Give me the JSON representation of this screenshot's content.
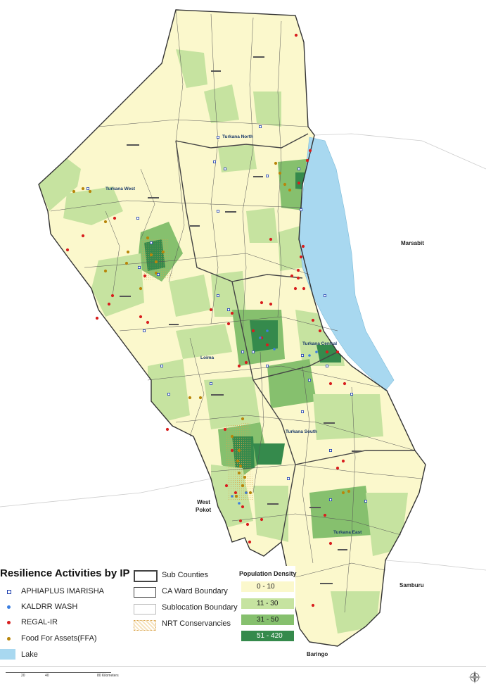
{
  "map": {
    "regions": {
      "marsabit": "Marsabit",
      "samburu": "Samburu",
      "baringo": "Baringo",
      "west_pokot_1": "West",
      "west_pokot_2": "Pokot"
    },
    "sub_counties": [
      "Turkana North",
      "Turkana West",
      "Loima",
      "Turkana Central",
      "Turkana South",
      "Turkana East"
    ],
    "lake_color": "#a8d8f0",
    "density_colors": [
      "#fbf8cc",
      "#c6e3a0",
      "#86c06e",
      "#358a4c"
    ],
    "marker_colors": {
      "aphiaplus": "#1e3fae",
      "kaldrr": "#3b7ee0",
      "regal": "#d81e1e",
      "ffa": "#b8860b"
    }
  },
  "legend": {
    "title": "Resilience Activities by IP",
    "items": [
      {
        "label": "APHIAPLUS IMARISHA",
        "icon": "square-marker"
      },
      {
        "label": "KALDRR WASH",
        "icon": "dot-marker"
      },
      {
        "label": "REGAL-IR",
        "icon": "dot-marker"
      },
      {
        "label": "Food For Assets(FFA)",
        "icon": "dot-marker"
      },
      {
        "label": "Lake",
        "icon": "lake-swatch"
      }
    ],
    "boundaries": [
      {
        "label": "Sub Counties"
      },
      {
        "label": "CA Ward Boundary"
      },
      {
        "label": "Sublocation Boundary"
      },
      {
        "label": "NRT Conservancies"
      }
    ],
    "population_density": {
      "title": "Population Density",
      "classes": [
        "0 - 10",
        "11 - 30",
        "31 - 50",
        "51 - 420"
      ]
    }
  },
  "scale": {
    "ticks": [
      "20",
      "40",
      "80 Kilometers"
    ]
  }
}
